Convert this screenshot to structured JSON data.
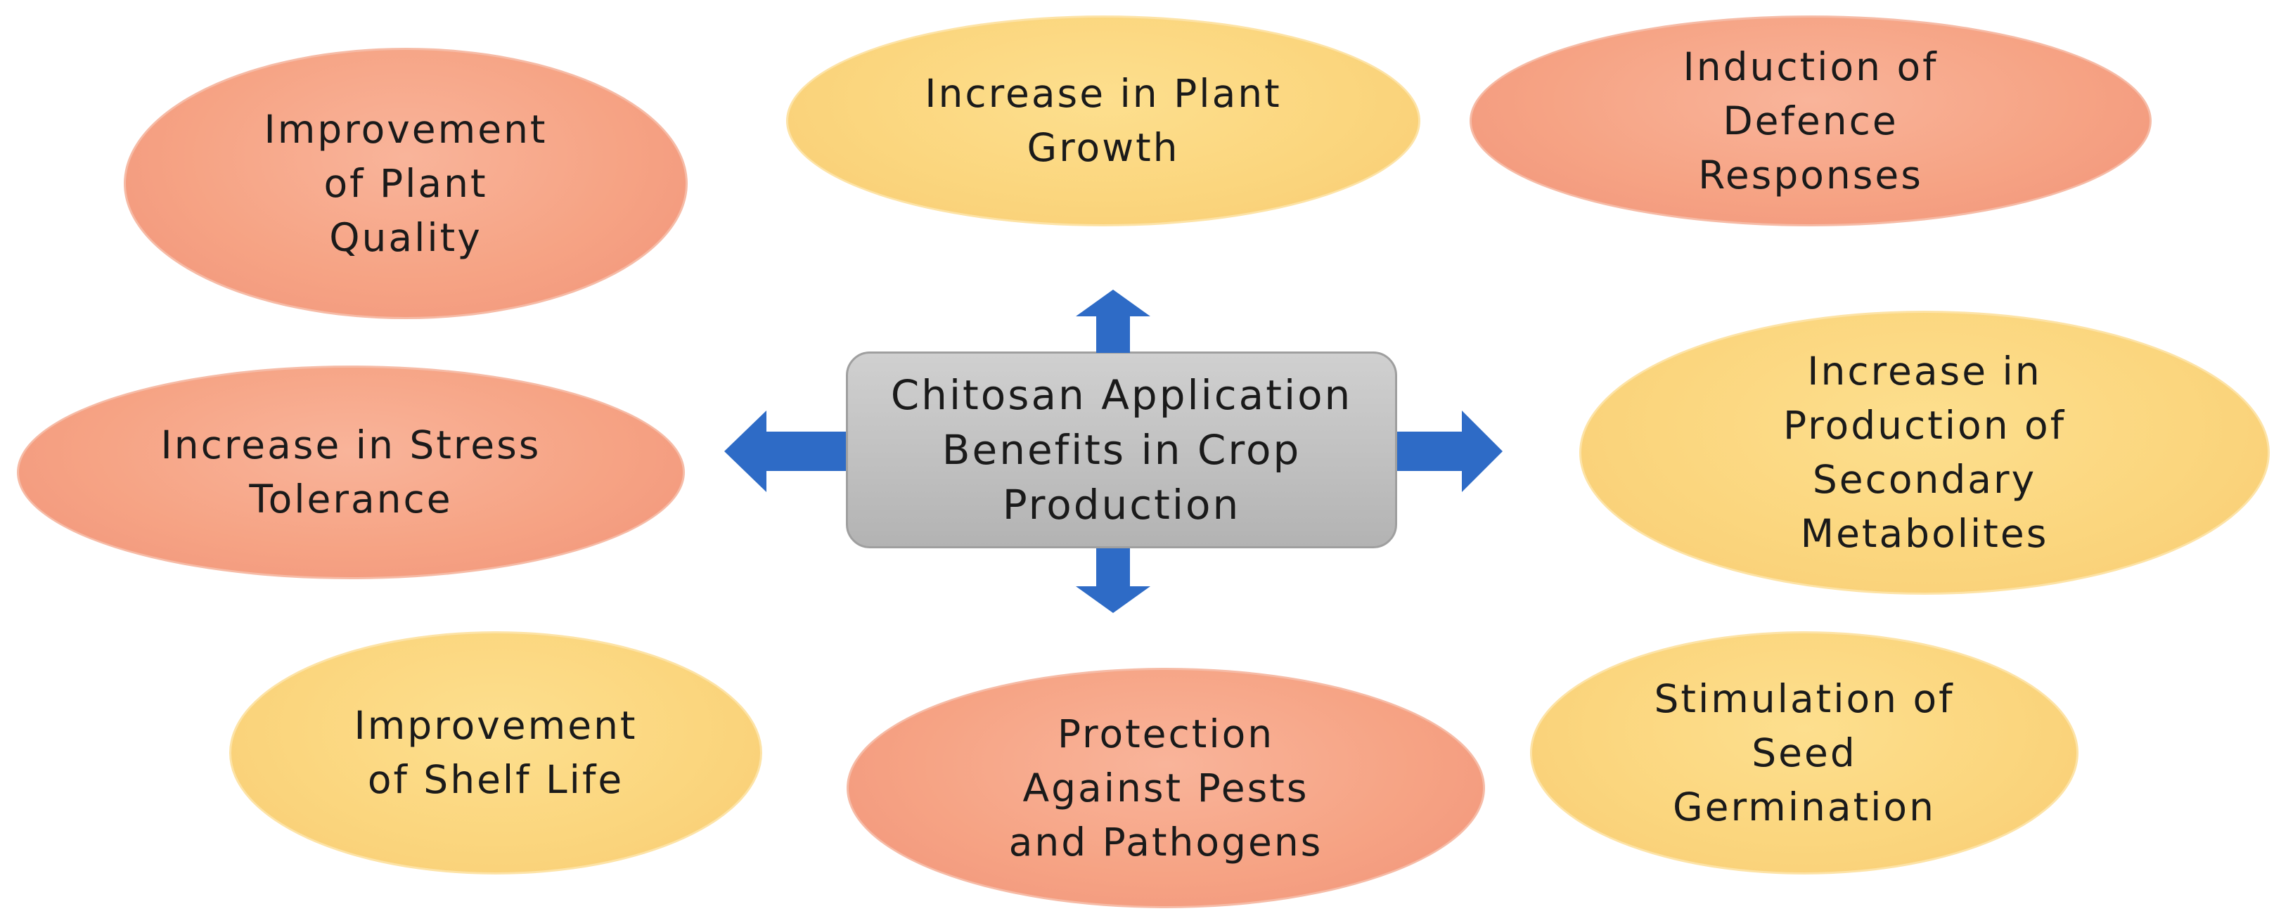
{
  "colors": {
    "salmon": "#f6a384",
    "yellow": "#fbd67e",
    "center": "#bfbfbf",
    "arrow": "#2e6bc6"
  },
  "center": {
    "label": "Chitosan Application\nBenefits in Crop\nProduction"
  },
  "benefits": [
    {
      "id": "plant-quality",
      "label": "Improvement\nof Plant\nQuality",
      "color": "salmon"
    },
    {
      "id": "plant-growth",
      "label": "Increase in Plant\nGrowth",
      "color": "yellow"
    },
    {
      "id": "defence-responses",
      "label": "Induction of\nDefence\nResponses",
      "color": "salmon"
    },
    {
      "id": "secondary-metabolites",
      "label": "Increase in\nProduction of\nSecondary\nMetabolites",
      "color": "yellow"
    },
    {
      "id": "stress-tolerance",
      "label": "Increase in Stress\nTolerance",
      "color": "salmon"
    },
    {
      "id": "shelf-life",
      "label": "Improvement\nof Shelf Life",
      "color": "yellow"
    },
    {
      "id": "pests-pathogens",
      "label": "Protection\nAgainst Pests\nand Pathogens",
      "color": "salmon"
    },
    {
      "id": "seed-germination",
      "label": "Stimulation of\nSeed\nGermination",
      "color": "yellow"
    }
  ],
  "arrows": [
    "up",
    "down",
    "left",
    "right"
  ]
}
